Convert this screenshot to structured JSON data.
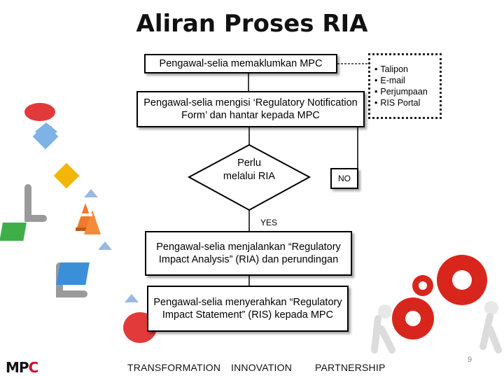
{
  "title": "Aliran Proses RIA",
  "steps": {
    "step1": "Pengawal-selia memaklumkan MPC",
    "step2": "Pengawal-selia mengisi ‘Regulatory Notification Form’ dan hantar kepada MPC",
    "decision": "Perlu melalui RIA",
    "step3": "Pengawal-selia menjalankan “Regulatory Impact Analysis” (RIA) dan perundingan",
    "step4": "Pengawal-selia menyerahkan “Regulatory Impact Statement” (RIS) kepada MPC"
  },
  "branch_labels": {
    "no": "NO",
    "yes": "YES"
  },
  "callout_items": [
    "Talipon",
    "E-mail",
    "Perjumpaan",
    "RIS Portal"
  ],
  "footer": {
    "word1": "TRANSFORMATION",
    "word2": "INNOVATION",
    "word3": "PARTNERSHIP"
  },
  "page_number": "9",
  "logo": {
    "text_a": "MP",
    "text_b": "C"
  },
  "colors": {
    "gear": "#d9261c",
    "arrow": "#7fb2e6",
    "red_blob": "#e23a3a",
    "green": "#3fae49",
    "yellow": "#f2b705",
    "blue": "#3b8fd9"
  },
  "icons": [
    "process-flow-illustration-icon",
    "traffic-cone-icon",
    "gears-figure-icon"
  ]
}
